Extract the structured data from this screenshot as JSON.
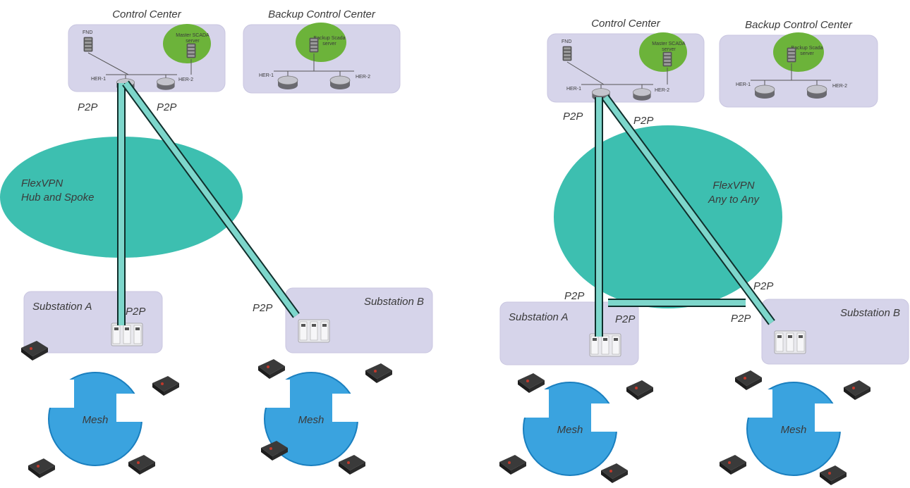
{
  "colors": {
    "box": "#d6d4ea",
    "box_stroke": "#c9c6e0",
    "scada": "#6cb33a",
    "vpn_cloud": "#3dbfb0",
    "tunnel_fill": "#7dd6cb",
    "tunnel_stroke": "#0f2e2b",
    "mesh": "#3aa3df",
    "mesh_stroke": "#1a7fbf",
    "text": "#3a3a3a"
  },
  "icons": [
    "server-stack-icon",
    "router-icon",
    "switch-rack-icon",
    "mesh-node-device-icon"
  ],
  "left": {
    "control_center": {
      "title": "Control Center",
      "fnd": "FND",
      "scada": "Master SCADA server",
      "her1": "HER-1",
      "her2": "HER-2"
    },
    "backup_center": {
      "title": "Backup Control Center",
      "scada": "Backup Scada server",
      "her1": "HER-1",
      "her2": "HER-2"
    },
    "vpn_label_1": "FlexVPN",
    "vpn_label_2": "Hub and Spoke",
    "p2p": "P2P",
    "substation_a": "Substation A",
    "substation_b": "Substation B",
    "mesh": "Mesh"
  },
  "right": {
    "control_center": {
      "title": "Control Center",
      "fnd": "FND",
      "scada": "Master SCADA server",
      "her1": "HER-1",
      "her2": "HER-2"
    },
    "backup_center": {
      "title": "Backup Control Center",
      "scada": "Backup Scada server",
      "her1": "HER-1",
      "her2": "HER-2"
    },
    "vpn_label_1": "FlexVPN",
    "vpn_label_2": "Any to Any",
    "p2p": "P2P",
    "substation_a": "Substation A",
    "substation_b": "Substation B",
    "mesh": "Mesh"
  }
}
